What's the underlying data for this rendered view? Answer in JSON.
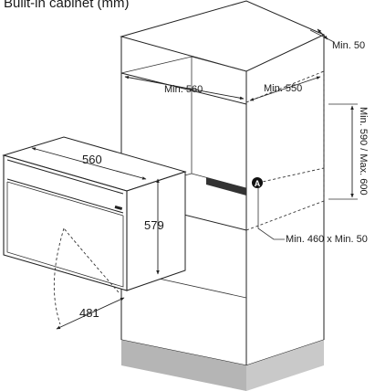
{
  "title": "Built-in cabinet (mm)",
  "dimensions": {
    "cabinet_top_depth": "Min. 50",
    "cabinet_width": "Min. 560",
    "cabinet_depth": "Min. 550",
    "cabinet_height": "Min. 590 / Max. 600",
    "cutout": "Min. 460 x Min. 50",
    "oven_width": "560",
    "oven_height": "579",
    "door_swing": "481"
  },
  "marker_label": "A",
  "colors": {
    "line": "#222222",
    "shade": "#b5b5b5",
    "marker": "#111111"
  }
}
